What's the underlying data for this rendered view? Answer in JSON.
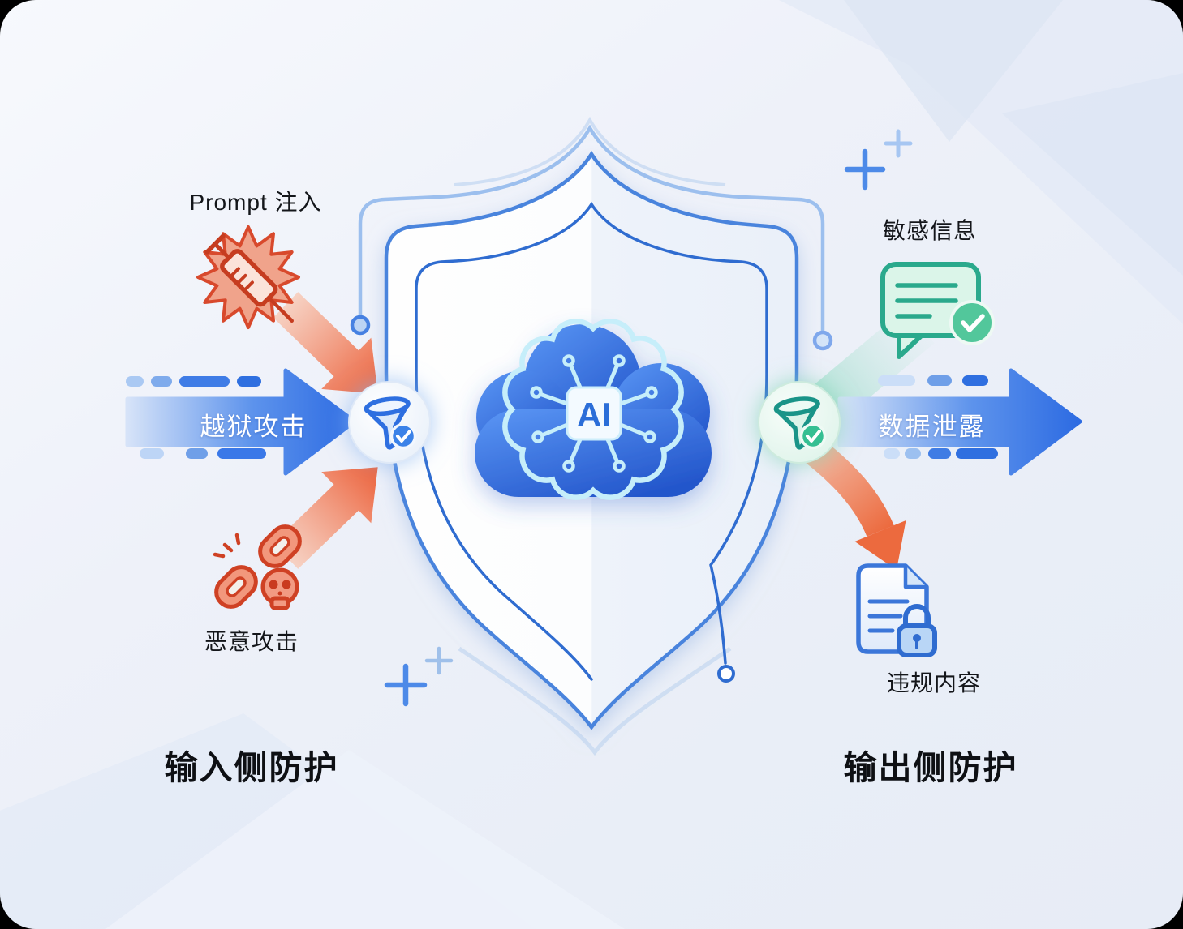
{
  "diagram": {
    "center": {
      "chip_label": "AI"
    },
    "left": {
      "threat_top": "Prompt 注入",
      "arrow_label": "越狱攻击",
      "threat_bottom": "恶意攻击",
      "heading": "输入侧防护"
    },
    "right": {
      "output_top": "敏感信息",
      "arrow_label": "数据泄露",
      "output_bottom": "违规内容",
      "heading": "输出侧防护"
    },
    "colors": {
      "background": "#edf1f9",
      "primary_blue": "#2e6fe0",
      "shield_stroke": "#4a84dd",
      "danger_red": "#d8492c",
      "safe_green": "#35bf92",
      "brain_cyan": "#c6eefa"
    }
  }
}
